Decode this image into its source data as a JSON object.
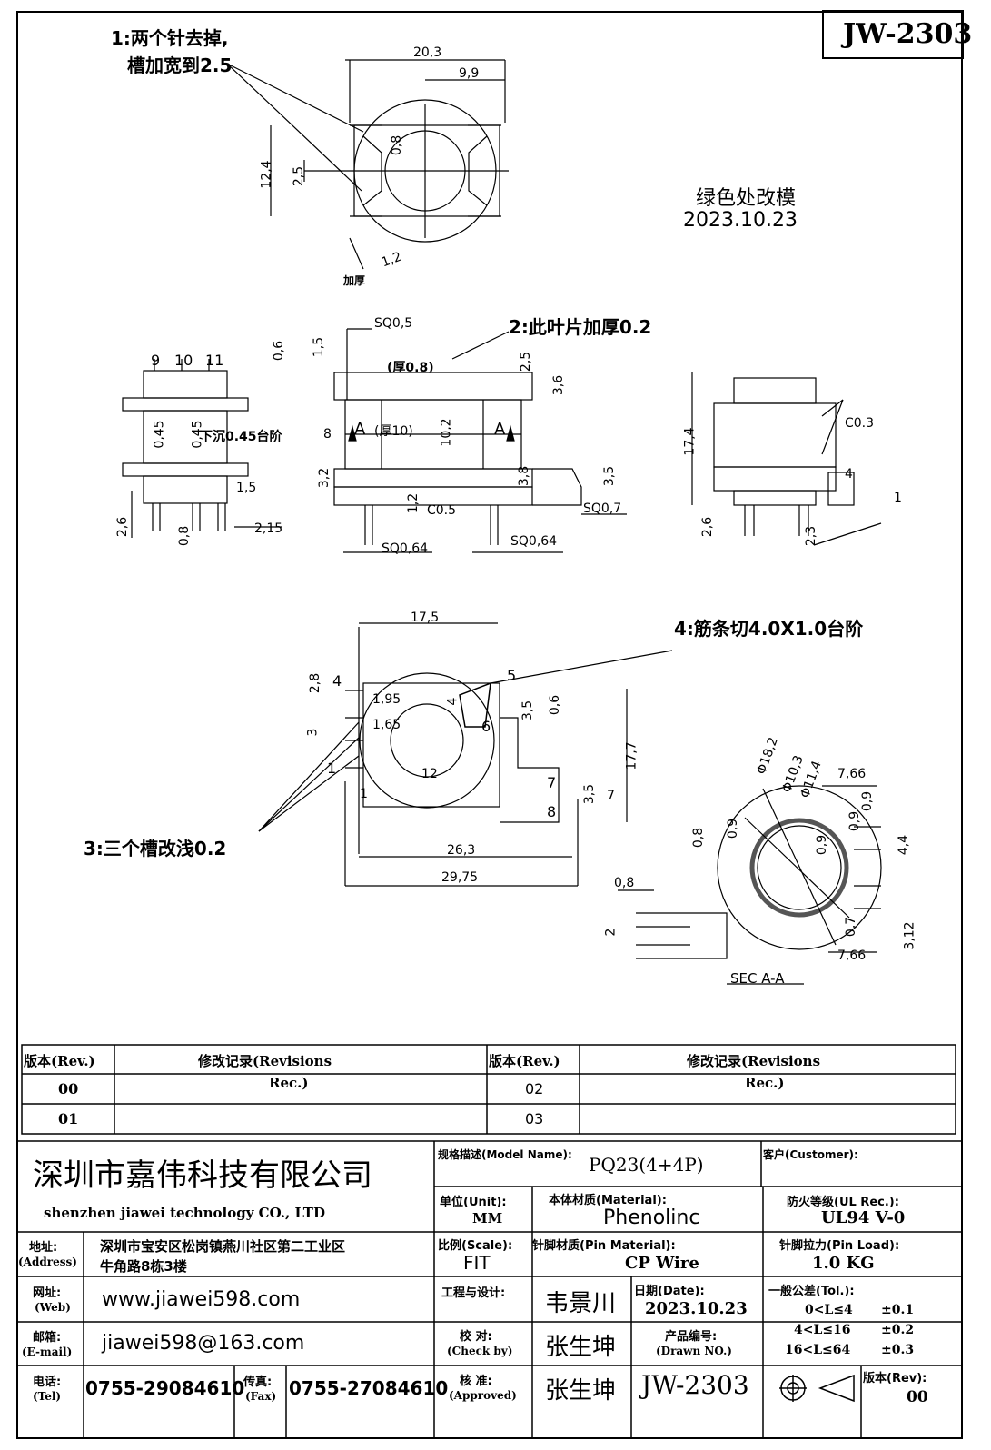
{
  "drawing_no_box": "JW-2303",
  "notes": {
    "note1_line1": "1:两个针去掉,",
    "note1_line2": "槽加宽到2.5",
    "note2": "2:此叶片加厚0.2",
    "note3": "3:三个槽改浅0.2",
    "note4": "4:筋条切4.0X1.0台阶",
    "mod_green": "绿色处改模",
    "mod_date": "2023.10.23",
    "thicken": "加厚",
    "sink": "下沉0.45台阶"
  },
  "dims_top": {
    "w203": "20,3",
    "w99": "9,9",
    "h124": "12,4",
    "h25": "2,5",
    "t08": "0,8",
    "t12": "1,2"
  },
  "dims_side": {
    "sq05": "SQ0,5",
    "v06": "0,6",
    "v15": "1,5",
    "thick08": "(厚0.8)",
    "v25": "2,5",
    "v36": "3,6",
    "a_left": "A",
    "a_right": "A",
    "thick10": "(厚10)",
    "v8": "8",
    "v102": "10,2",
    "v32": "3,2",
    "v12": "1,2",
    "c05": "C0.5",
    "v38": "3,8",
    "v35": "3,5",
    "sq07": "SQ0,7",
    "sq064a": "SQ0,64",
    "sq064b": "SQ0,64"
  },
  "dims_left": {
    "p9": "9",
    "p10": "10",
    "p11": "11",
    "a045": "0,45",
    "b045": "0,45",
    "d15": "1,5",
    "d26": "2,6",
    "d08": "0,8",
    "d215": "2,15"
  },
  "dims_right": {
    "h174": "17,4",
    "c03": "C0.3",
    "w4": "4",
    "d1": "1",
    "d26": "2,6",
    "d23": "2,3"
  },
  "dims_bottom": {
    "w175": "17,5",
    "p4": "4",
    "p5": "5",
    "p6": "6",
    "p1": "1",
    "p7": "7",
    "p8": "8",
    "d28": "2,8",
    "d195": "1,95",
    "d165": "1,65",
    "d3": "3",
    "rib4": "4",
    "d35a": "3,5",
    "d06": "0,6",
    "d177": "17,7",
    "d12": "12",
    "d1": "1",
    "d35b": "3,5",
    "d7": "7",
    "w263": "26,3",
    "w2975": "29,75"
  },
  "dims_sec": {
    "phi182": "Φ18,2",
    "phi103": "Φ10,3",
    "phi114": "Φ11,4",
    "w766a": "7,66",
    "d09a": "0,9",
    "d09b": "0,9",
    "d08": "0,8",
    "d09c": "0,9",
    "d09d": "0,9",
    "d44": "4,4",
    "d08b": "0,8",
    "d2": "2",
    "d07": "0,7",
    "d312": "3,12",
    "w766b": "7,66",
    "label": "SEC A-A"
  },
  "revisions": {
    "h_rev1": "版本(Rev.)",
    "h_rec1": "修改记录(Revisions",
    "h_rev2": "版本(Rev.)",
    "h_rec2": "修改记录(Revisions",
    "rows": [
      {
        "rev_a": "00",
        "rec_a": "Rec.)",
        "rev_b": "02",
        "rec_b": "Rec.)"
      },
      {
        "rev_a": "01",
        "rec_a": "",
        "rev_b": "03",
        "rec_b": ""
      }
    ]
  },
  "title_block": {
    "company_cn": "深圳市嘉伟科技有限公司",
    "company_en": "shenzhen  jiawei  technology  CO., LTD",
    "addr_label": "地址:",
    "addr_label_en": "(Address)",
    "addr_1": "深圳市宝安区松岗镇燕川社区第二工业区",
    "addr_2": "牛角路8栋3楼",
    "web_label": "网址:",
    "web_label_en": "(Web)",
    "web": "www.jiawei598.com",
    "mail_label": "邮箱:",
    "mail_label_en": "(E-mail)",
    "mail": "jiawei598@163.com",
    "tel_label": "电话:",
    "tel_label_en": "(Tel)",
    "tel": "0755-29084610",
    "fax_label": "传真:",
    "fax_label_en": "(Fax)",
    "fax": "0755-27084610",
    "model_label": "规格描述(Model Name):",
    "model": "PQ23(4+4P)",
    "customer_label": "客户(Customer):",
    "unit_label": "单位(Unit):",
    "unit": "MM",
    "material_label": "本体材质(Material):",
    "material": "Phenolinc",
    "ul_label": "防火等级(UL Rec.):",
    "ul": "UL94 V-0",
    "scale_label": "比例(Scale):",
    "scale": "FIT",
    "pinmat_label": "针脚材质(Pin Material):",
    "pinmat": "CP Wire",
    "pinload_label": "针脚拉力(Pin Load):",
    "pinload": "1.0 KG",
    "design_label": "工程与设计:",
    "designer": "韦景川",
    "date_label": "日期(Date):",
    "date": "2023.10.23",
    "tol_label": "一般公差(Tol.):",
    "tol1": "0<L≤4",
    "tol1v": "±0.1",
    "tol2": "4<L≤16",
    "tol2v": "±0.2",
    "tol3": "16<L≤64",
    "tol3v": "±0.3",
    "check_label": "校  对:",
    "check_label_en": "(Check by)",
    "checker": "张生坤",
    "drawno_label": "产品编号:",
    "drawno_label_en": "(Drawn NO.)",
    "approve_label": "核  准:",
    "approve_label_en": "(Approved)",
    "approver": "张生坤",
    "drawno": "JW-2303",
    "rev_label": "版本(Rev):",
    "rev": "00"
  }
}
